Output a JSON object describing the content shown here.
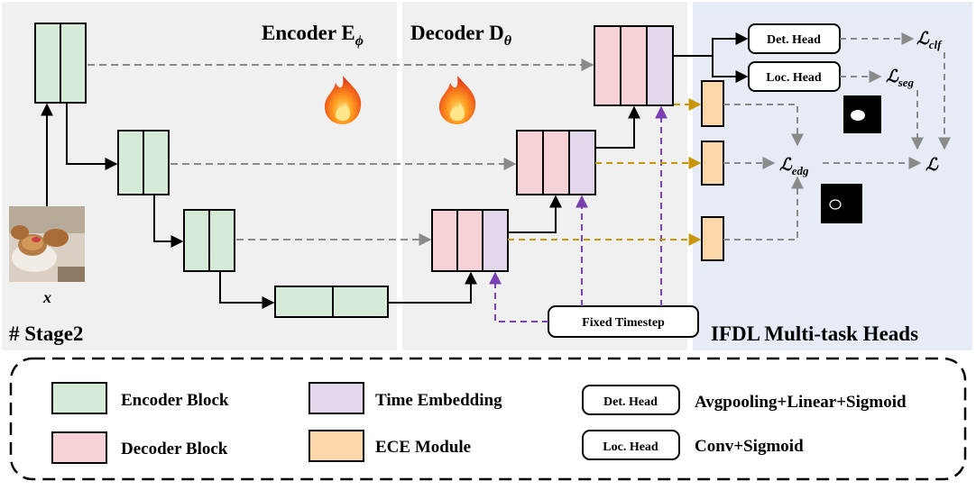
{
  "panels": {
    "encoder_title": "Encoder E",
    "encoder_sub": "ϕ",
    "decoder_title": "Decoder D",
    "decoder_sub": "θ",
    "stage_label": "# Stage2",
    "heads_title": "IFDL Multi-task Heads",
    "input_label": "x"
  },
  "heads": {
    "det": "Det. Head",
    "loc": "Loc. Head",
    "timestep": "Fixed Timestep"
  },
  "losses": {
    "clf_main": "ℒ",
    "clf_sub": "clf",
    "seg_main": "ℒ",
    "seg_sub": "seg",
    "edg_main": "ℒ",
    "edg_sub": "edg",
    "total": "ℒ"
  },
  "legend": {
    "encoder_block": "Encoder Block",
    "decoder_block": "Decoder Block",
    "time_embedding": "Time Embedding",
    "ece_module": "ECE Module",
    "det_head": "Det. Head",
    "det_desc": "Avgpooling+Linear+Sigmoid",
    "loc_head": "Loc. Head",
    "loc_desc": "Conv+Sigmoid"
  },
  "colors": {
    "encoder": "#d5ead7",
    "decoder": "#f6d2d6",
    "time": "#e2d6ea",
    "ece": "#fad6a8",
    "panel_gray": "#f0f0f0",
    "panel_blue": "#e6ebf6",
    "skip_arrow": "#8a8a8a",
    "time_arrow": "#7a3fb0",
    "ece_arrow": "#c9960a"
  }
}
